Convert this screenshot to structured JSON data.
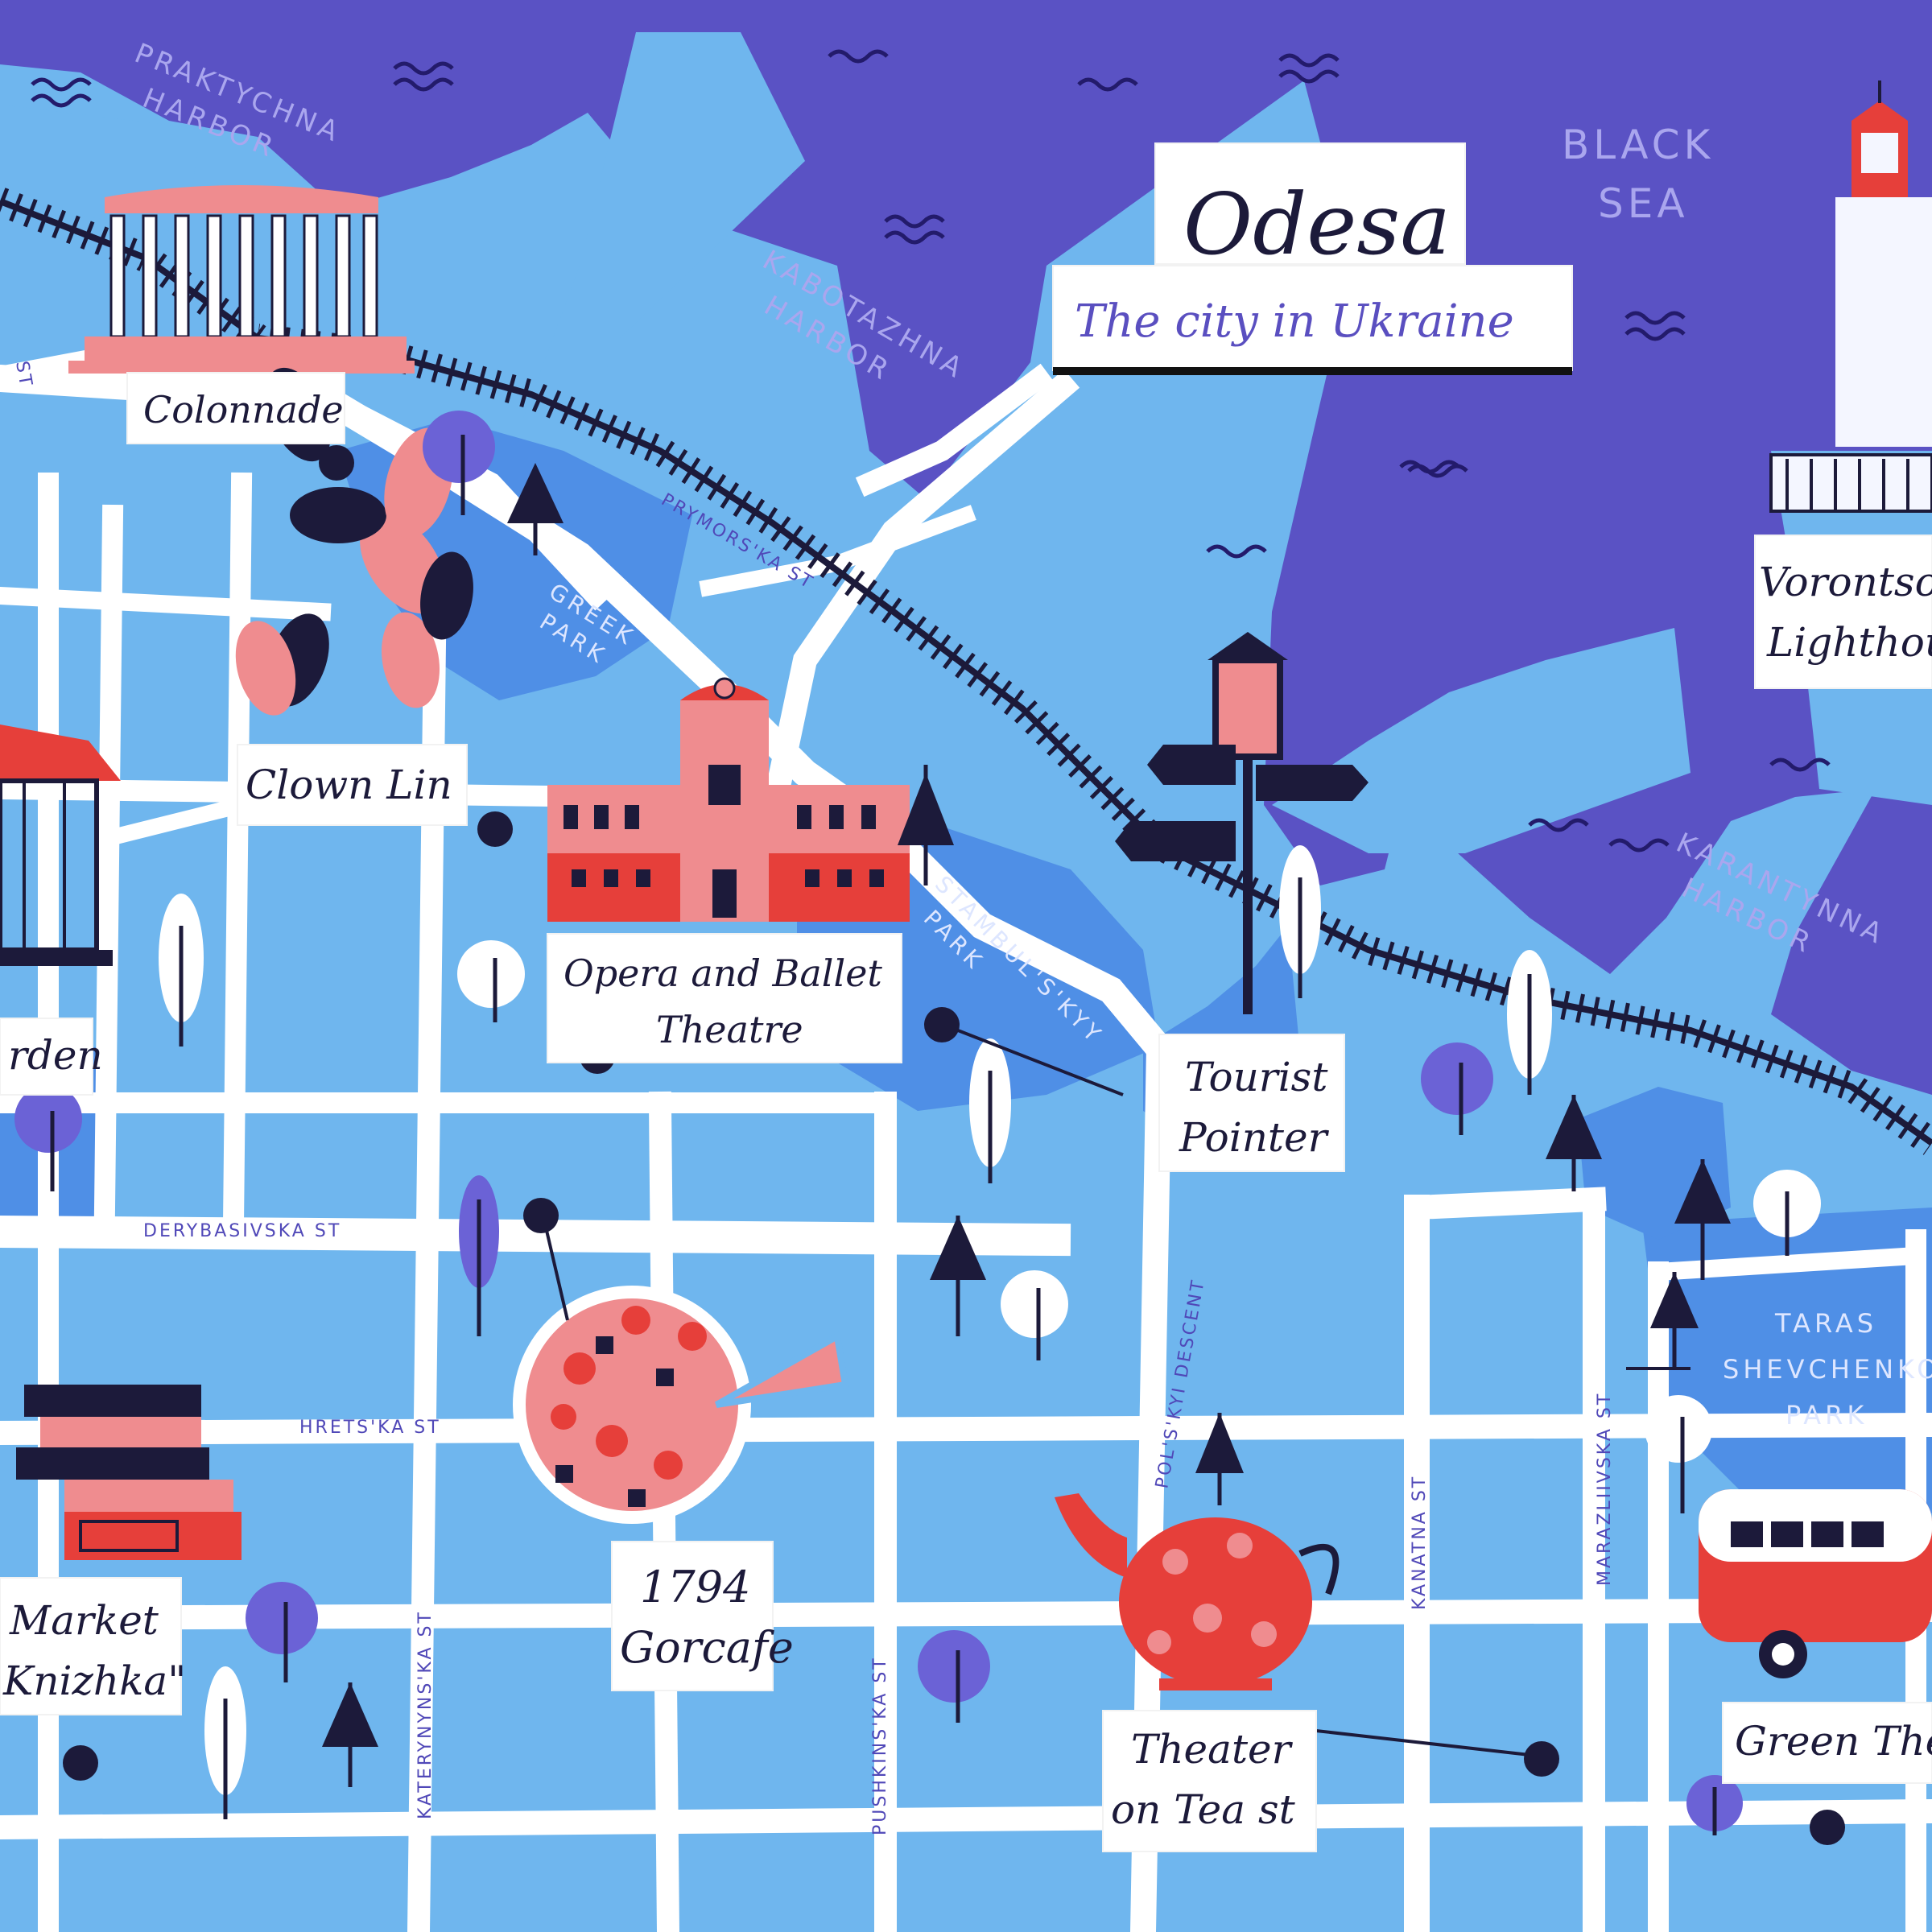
{
  "title": "Odesa",
  "subtitle": "The city in Ukraine",
  "colors": {
    "sea": "#5a52c4",
    "land": "#6fb6ee",
    "park": "#4f8fe6",
    "road": "#ffffff",
    "accent_red": "#e63f3a",
    "accent_pink": "#ef8c8f",
    "ink": "#1c1a3a"
  },
  "water_labels": {
    "praktychna": [
      "PRAKTYCHNA",
      "HARBOR"
    ],
    "kabotazhna": [
      "KABOTAZHNA",
      "HARBOR"
    ],
    "black_sea": [
      "BLACK",
      "SEA"
    ],
    "karantynna": [
      "KARANTYNNA",
      "HARBOR"
    ]
  },
  "park_labels": {
    "greek": [
      "GREEK",
      "PARK"
    ],
    "stambul": [
      "STAMBUL'S'KYY",
      "PARK"
    ],
    "taras": [
      "TARAS",
      "SHEVCHENKO",
      "PARK"
    ]
  },
  "streets": {
    "prymorska": "PRYMORS'KA ST",
    "derybasivska": "DERYBASIVSKA ST",
    "hretska": "HRETS'KA ST",
    "katerynynska": "KATERYNYNS'KA ST",
    "pushkinska": "PUSHKINS'KA ST",
    "polskyi": "POL'S'KYI DESCENT",
    "kanatna": "KANATNA ST",
    "marazliivska": "MARAZLIIVSKA ST",
    "edge_st": "ST"
  },
  "landmarks": {
    "colonnade": [
      "Colonnade"
    ],
    "clown": [
      "Clown Lin"
    ],
    "opera": [
      "Opera and Ballet",
      "Theatre"
    ],
    "garden": [
      "rden"
    ],
    "tourist": [
      "Tourist",
      "Pointer"
    ],
    "lighthouse": [
      "Vorontsov",
      "Lighthou"
    ],
    "gorcafe": [
      "1794",
      "Gorcafe"
    ],
    "market": [
      "Market",
      "Knizhka\""
    ],
    "tea": [
      "Theater",
      "on Tea st"
    ],
    "green": [
      "Green The"
    ]
  }
}
